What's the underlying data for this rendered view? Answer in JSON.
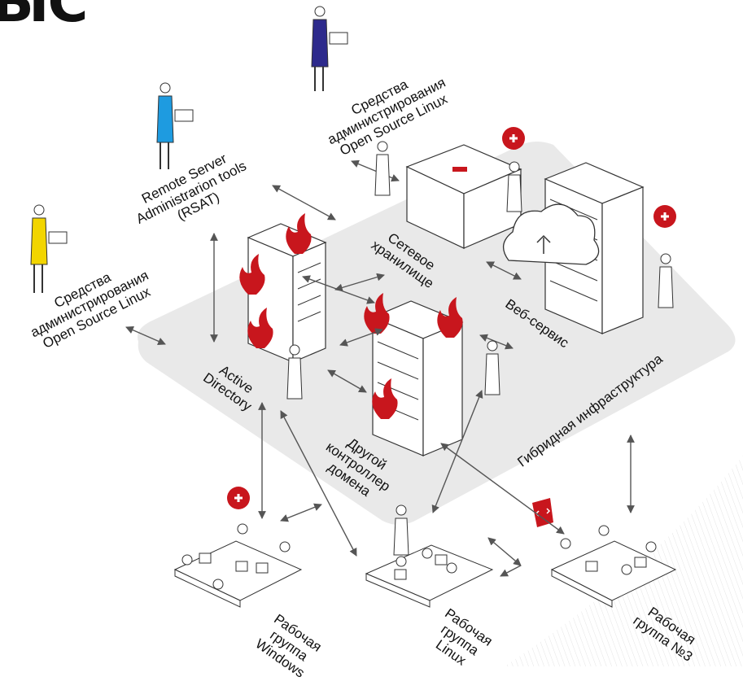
{
  "header_fragment": "ЫС",
  "labels": {
    "admin_tools_top": [
      "Средства",
      "администрирования",
      "Open Source Linux"
    ],
    "rsat": [
      "Remote Server",
      "Administrarion tools",
      "(RSAT)"
    ],
    "admin_tools_left": [
      "Средства",
      "администрирования",
      "Open Source Linux"
    ],
    "network_storage": [
      "Сетевое",
      "хранилище"
    ],
    "web_service": [
      "Веб-сервис"
    ],
    "active_directory": [
      "Active",
      "Directory"
    ],
    "other_dc": [
      "Другой",
      "контроллер",
      "домена"
    ],
    "hybrid": [
      "Гибридная инфраструктура"
    ],
    "group_windows": [
      "Рабочая",
      "группа",
      "Windows"
    ],
    "group_linux": [
      "Рабочая",
      "группа",
      "Linux"
    ],
    "group_3": [
      "Рабочая",
      "группа №3"
    ]
  },
  "colors": {
    "platform": "#e9e9e9",
    "accent_red": "#c8161d",
    "arrow": "#555555",
    "figure_yellow": "#f2d500",
    "figure_blue": "#1e9be0",
    "figure_navy": "#2d2a8c"
  },
  "icons": [
    "shield-plus-icon",
    "code-tag-icon",
    "flame-icon",
    "cloud-upload-icon"
  ]
}
